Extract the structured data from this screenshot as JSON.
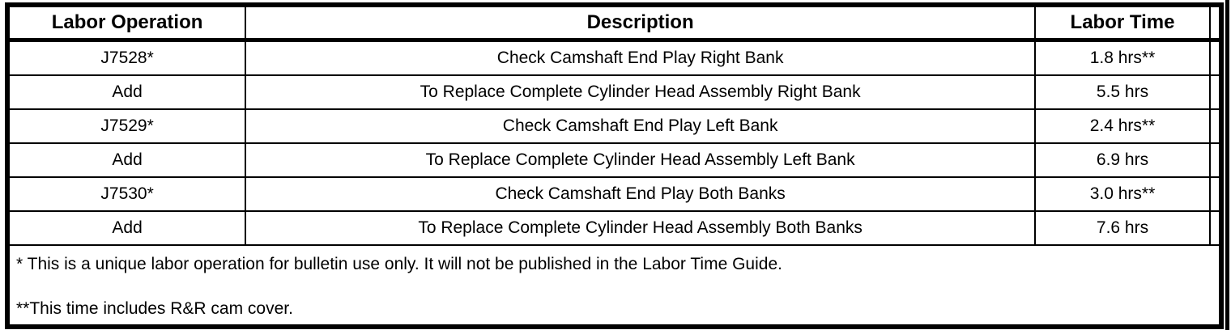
{
  "table": {
    "headers": [
      "Labor Operation",
      "Description",
      "Labor Time",
      ""
    ],
    "rows": [
      {
        "labor_operation": "J7528*",
        "description": "Check Camshaft End Play Right Bank",
        "labor_time": "1.8 hrs**"
      },
      {
        "labor_operation": "Add",
        "description": "To Replace Complete Cylinder Head Assembly Right Bank",
        "labor_time": "5.5 hrs"
      },
      {
        "labor_operation": "J7529*",
        "description": "Check Camshaft End Play Left Bank",
        "labor_time": "2.4 hrs**"
      },
      {
        "labor_operation": "Add",
        "description": "To Replace Complete Cylinder Head Assembly Left Bank",
        "labor_time": "6.9 hrs"
      },
      {
        "labor_operation": "J7530*",
        "description": "Check Camshaft End Play Both Banks",
        "labor_time": "3.0 hrs**"
      },
      {
        "labor_operation": "Add",
        "description": "To Replace Complete Cylinder Head Assembly Both Banks",
        "labor_time": "7.6 hrs"
      }
    ],
    "footnotes": [
      "* This is a unique labor operation for bulletin use only. It will not be published in the Labor Time Guide.",
      "**This time includes R&R cam cover."
    ]
  },
  "colors": {
    "border": "#000000",
    "background": "#ffffff",
    "text": "#000000"
  }
}
